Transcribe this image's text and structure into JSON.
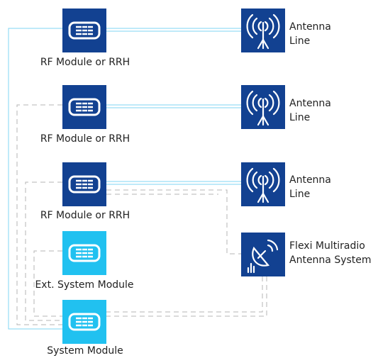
{
  "diagram": {
    "colors": {
      "module_dark": "#124191",
      "module_light": "#21C1F0",
      "wire_blue": "#7fd6f3",
      "wire_grey": "#b5b5b5"
    },
    "modules": [
      {
        "label": "RF Module or RRH",
        "icon": "rf-module-icon"
      },
      {
        "label": "RF Module or RRH",
        "icon": "rf-module-icon"
      },
      {
        "label": "RF Module or RRH",
        "icon": "rf-module-icon"
      },
      {
        "label": "Ext. System Module",
        "icon": "ext-system-module-icon"
      },
      {
        "label": "System Module",
        "icon": "system-module-icon"
      }
    ],
    "antennas": [
      {
        "line1": "Antenna",
        "line2": "Line",
        "icon": "antenna-icon"
      },
      {
        "line1": "Antenna",
        "line2": "Line",
        "icon": "antenna-icon"
      },
      {
        "line1": "Antenna",
        "line2": "Line",
        "icon": "antenna-icon"
      }
    ],
    "fmas": {
      "line1": "Flexi Multiradio",
      "line2": "Antenna System",
      "icon": "satellite-dish-icon"
    }
  }
}
